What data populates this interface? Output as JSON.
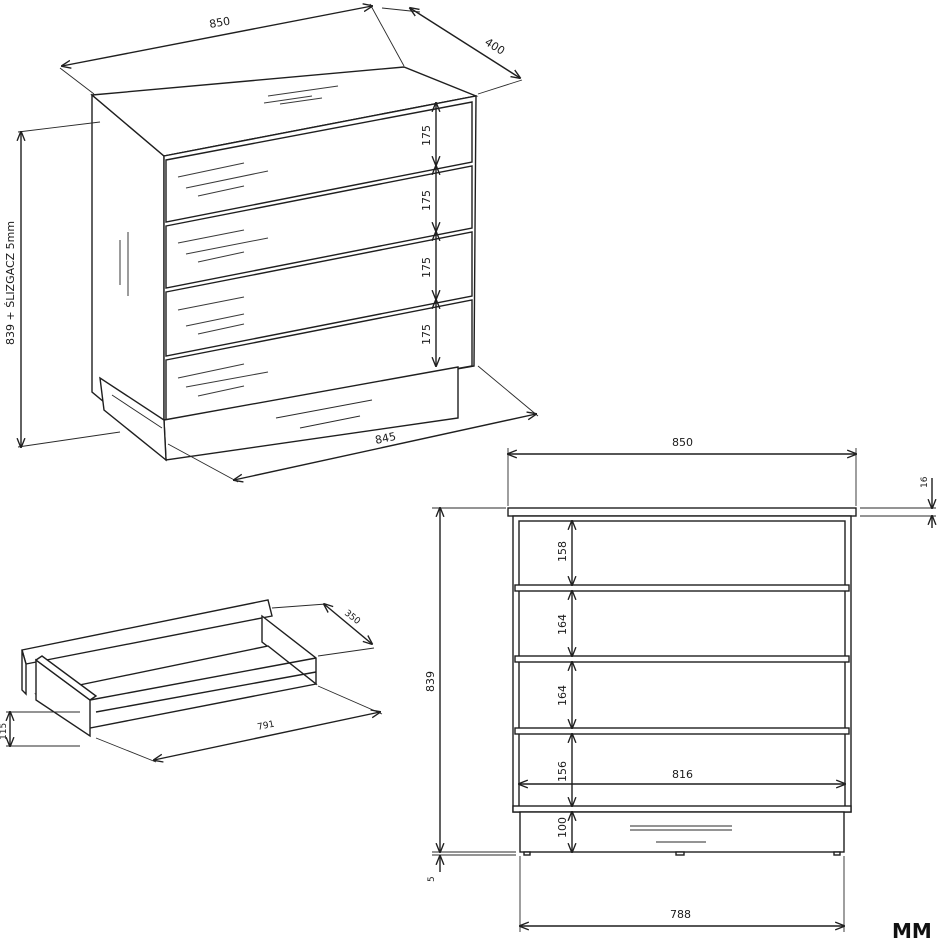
{
  "iso_view": {
    "width": "850",
    "depth": "400",
    "plinth_width": "845",
    "height_note": "839 + ŚLIZGACZ 5mm",
    "drawer_fronts": [
      "175",
      "175",
      "175",
      "175"
    ]
  },
  "drawer_detail": {
    "depth": "350",
    "length": "791",
    "height": "115"
  },
  "front_view": {
    "width": "850",
    "top_thickness": "16",
    "height": "839",
    "drawer_openings": [
      "158",
      "164",
      "164",
      "156"
    ],
    "inner_width": "816",
    "plinth_height": "100",
    "glide": "5",
    "plinth_width": "788"
  },
  "brand": "MM"
}
